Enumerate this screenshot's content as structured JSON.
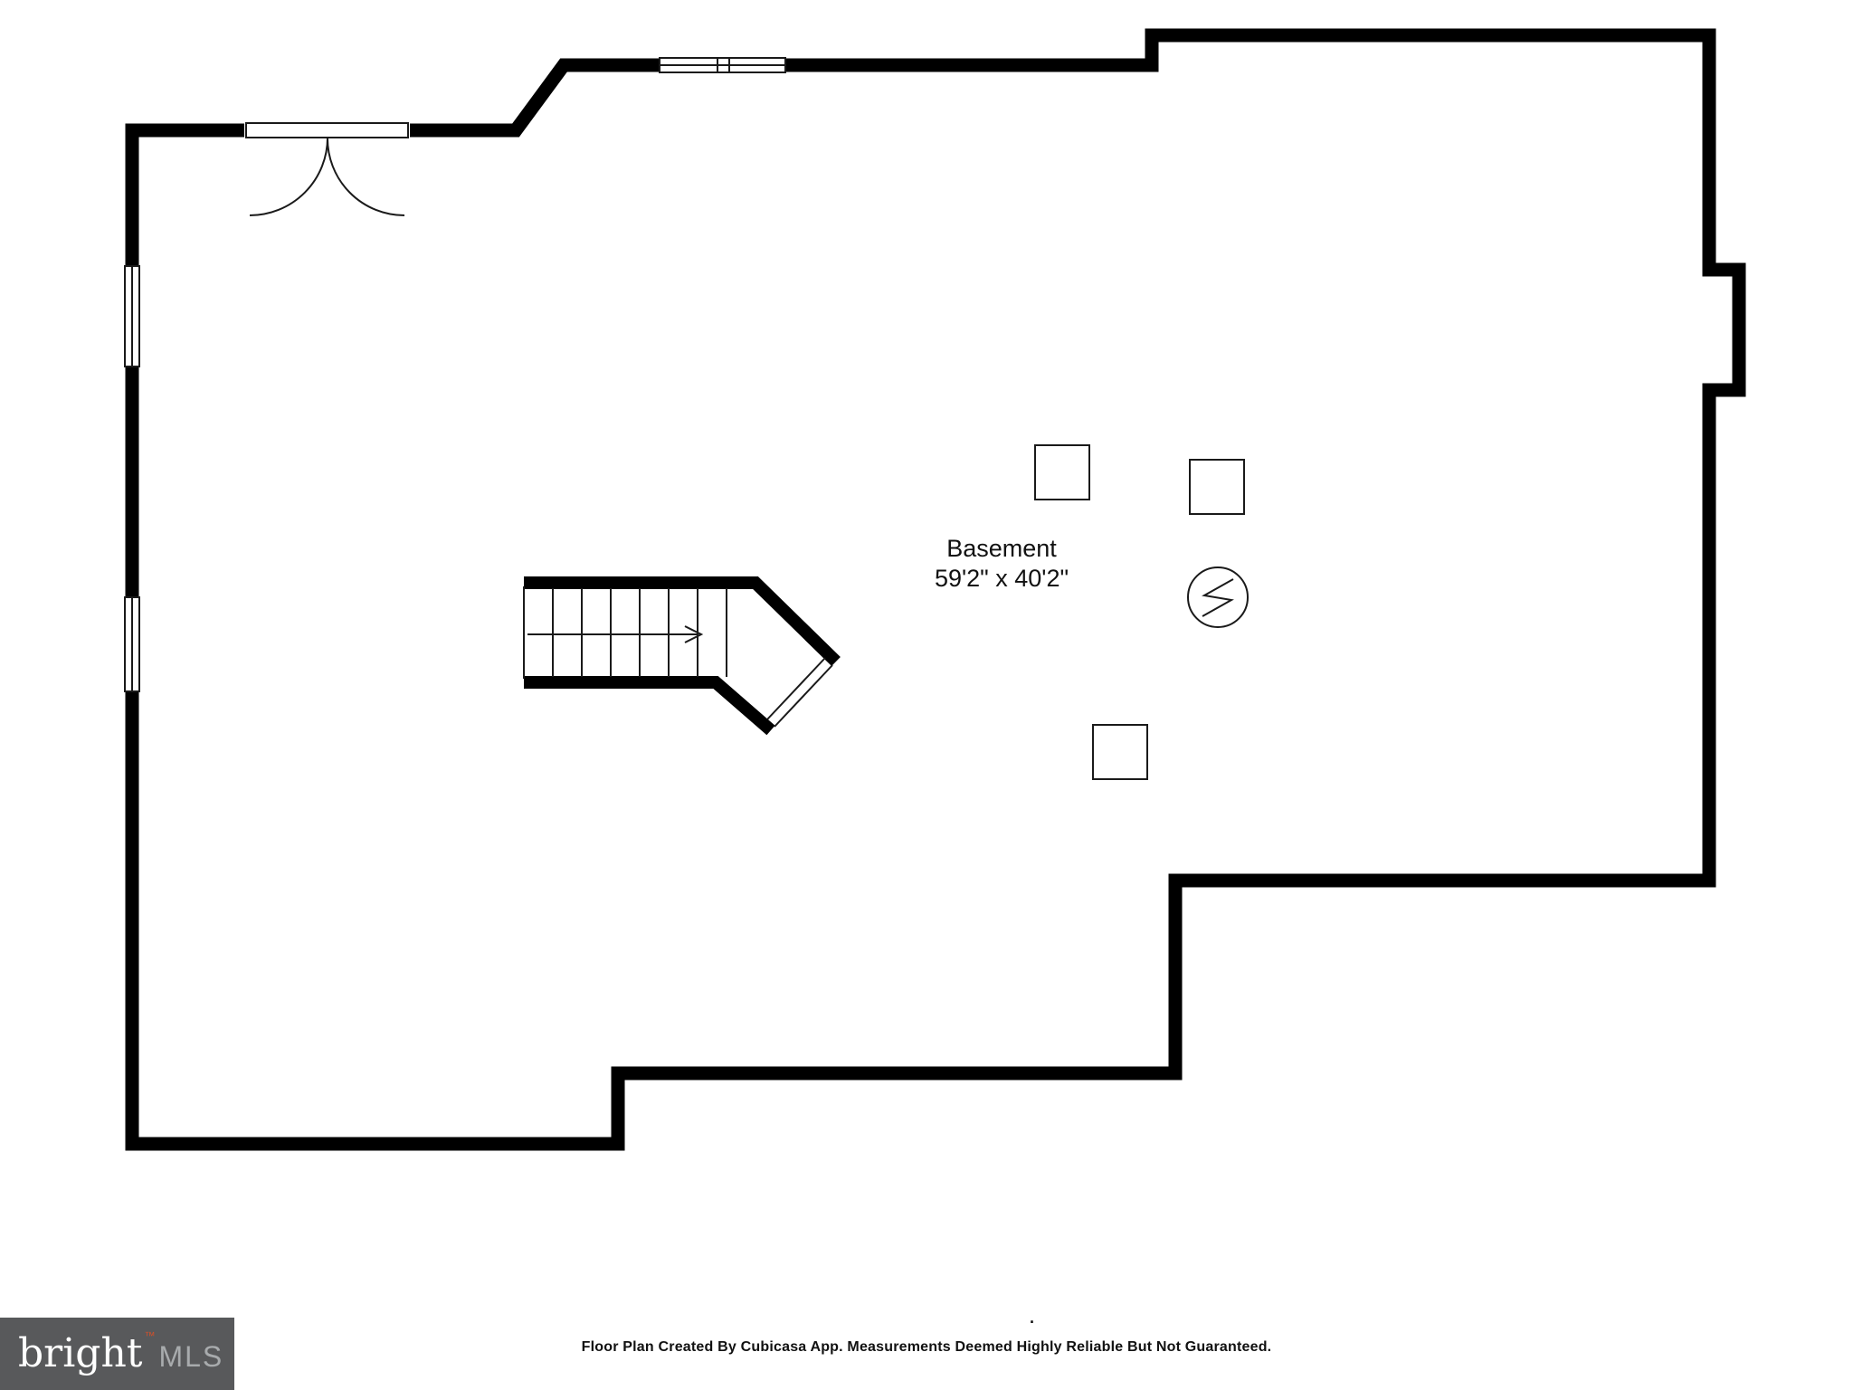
{
  "floor_plan": {
    "room_name": "Basement",
    "room_dimensions": "59'2\" x 40'2\"",
    "colors": {
      "wall": "#000000",
      "background": "#ffffff",
      "text": "#111111"
    },
    "symbols": [
      {
        "name": "entry-double-door",
        "location": "top-left exterior wall"
      },
      {
        "name": "window",
        "location": "top wall"
      },
      {
        "name": "window",
        "location": "left wall upper"
      },
      {
        "name": "window",
        "location": "left wall lower"
      },
      {
        "name": "staircase-with-arrow",
        "location": "center-left"
      },
      {
        "name": "support-column",
        "count": 3
      },
      {
        "name": "utility-circle-symbol",
        "location": "right of room label"
      }
    ]
  },
  "footer": {
    "dot": ".",
    "disclaimer": "Floor Plan Created By Cubicasa App. Measurements Deemed Highly Reliable But Not Guaranteed."
  },
  "logo": {
    "brand": "bright",
    "trademark": "™",
    "suffix": "MLS",
    "bg_color": "#58595b",
    "brand_color": "#ffffff",
    "suffix_color": "#a8abad",
    "accent_color": "#d1502a"
  }
}
